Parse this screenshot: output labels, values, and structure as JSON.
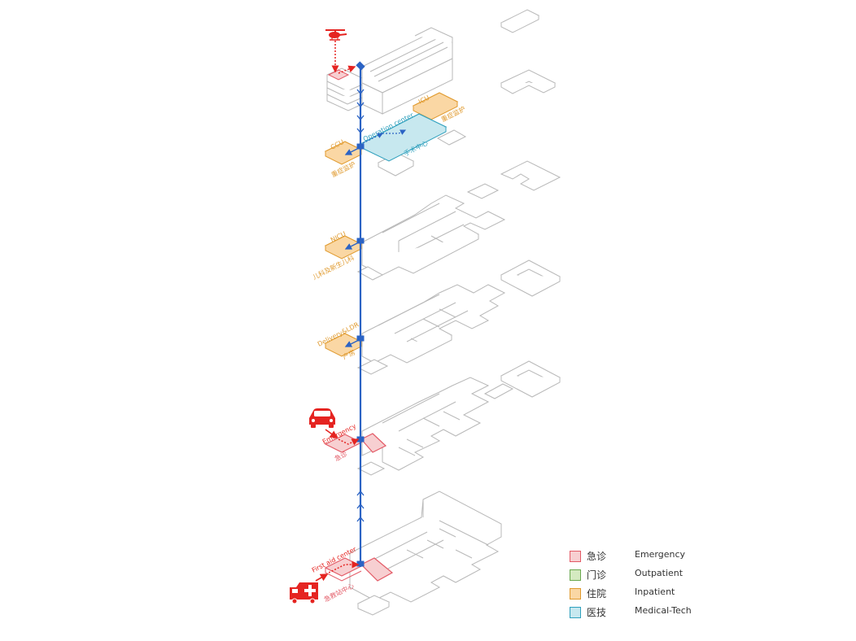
{
  "colors": {
    "emergency_fill": "#f7cfd1",
    "emergency_stroke": "#e35a66",
    "outpatient_fill": "#d4eac0",
    "outpatient_stroke": "#6aa84f",
    "inpatient_fill": "#fad7a4",
    "inpatient_stroke": "#e09a2e",
    "medtech_fill": "#c7e8ef",
    "medtech_stroke": "#2fa0bd",
    "circulation_blue": "#2b63c4",
    "alert_red": "#e52421",
    "label_orange": "#e09a2e",
    "label_teal": "#2fa0bd"
  },
  "legend": [
    {
      "cn": "急诊",
      "en": "Emergency",
      "key": "emergency"
    },
    {
      "cn": "门诊",
      "en": "Outpatient",
      "key": "outpatient"
    },
    {
      "cn": "住院",
      "en": "Inpatient",
      "key": "inpatient"
    },
    {
      "cn": "医技",
      "en": "Medical-Tech",
      "key": "medtech"
    }
  ],
  "labels": {
    "ccu_en": "CCU",
    "ccu_cn": "重症监护",
    "icu_en": "ICU",
    "icu_cn": "重症监护",
    "operation_en": "Operation center",
    "operation_cn": "手术中心",
    "nicu_en": "NICU",
    "nicu_cn": "儿科及新生儿科",
    "delivery_en": "Delivery&LDR",
    "delivery_cn": "产房",
    "emergency_en": "Emergency",
    "emergency_cn": "急诊",
    "firstaid_en": "First aid center",
    "firstaid_cn": "急救站中心"
  },
  "icons": [
    "helicopter-icon",
    "car-icon",
    "ambulance-icon"
  ]
}
